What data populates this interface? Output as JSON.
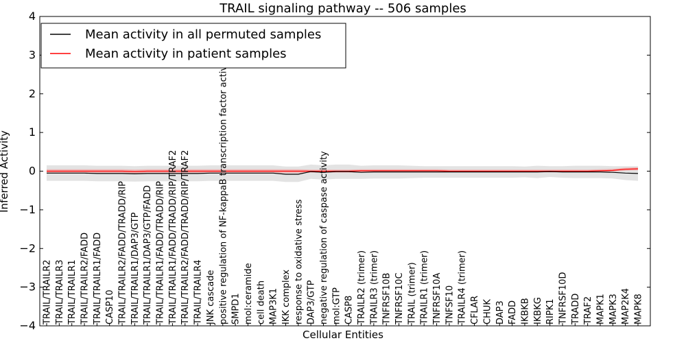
{
  "chart_data": {
    "type": "line",
    "title": "TRAIL signaling pathway -- 506 samples",
    "xlabel": "Cellular Entities",
    "ylabel": "Inferred Activity",
    "ylim": [
      -4,
      4
    ],
    "yticks": [
      -4,
      -3,
      -2,
      -1,
      0,
      1,
      2,
      3,
      4
    ],
    "ytick_labels": [
      "−4",
      "−3",
      "−2",
      "−1",
      "0",
      "1",
      "2",
      "3",
      "4"
    ],
    "legend_position": "top-left",
    "grid": false,
    "categories": [
      "TRAIL/TRAILR2",
      "TRAIL/TRAILR3",
      "TRAIL/TRAILR1",
      "TRAIL/TRAILR2/FADD",
      "TRAIL/TRAILR1/FADD",
      "CASP10",
      "TRAIL/TRAILR2/FADD/TRADD/RIP",
      "TRAIL/TRAILR1/DAP3/GTP",
      "TRAIL/TRAILR1/DAP3/GTP/FADD",
      "TRAIL/TRAILR1/FADD/TRADD/RIP",
      "TRAIL/TRAILR1/FADD/TRADD/RIP/TRAF2",
      "TRAIL/TRAILR2/FADD/TRADD/RIP/TRAF2",
      "TRAIL/TRAILR4",
      "JNK cascade",
      "positive regulation of NF-kappaB transcription factor activity",
      "SMPD1",
      "mol:ceramide",
      "cell death",
      "MAP3K1",
      "IKK complex",
      "response to oxidative stress",
      "DAP3/GTP",
      "negative regulation of caspase activity",
      "mol:GTP",
      "CASP8",
      "TRAILR2 (trimer)",
      "TRAILR3 (trimer)",
      "TNFRSF10B",
      "TNFRSF10C",
      "TRAIL (trimer)",
      "TRAILR1 (trimer)",
      "TNFRSF10A",
      "TNFSF10",
      "TRAILR4 (trimer)",
      "CFLAR",
      "CHUK",
      "DAP3",
      "FADD",
      "IKBKB",
      "IKBKG",
      "RIPK1",
      "TNFRSF10D",
      "TRADD",
      "TRAF2",
      "MAPK1",
      "MAPK3",
      "MAP2K4",
      "MAPK8"
    ],
    "series": [
      {
        "name": "Mean activity in all permuted samples",
        "color": "#000000",
        "values": [
          -0.05,
          -0.05,
          -0.05,
          -0.05,
          -0.06,
          -0.06,
          -0.06,
          -0.07,
          -0.06,
          -0.06,
          -0.06,
          -0.06,
          -0.06,
          -0.05,
          -0.05,
          -0.05,
          -0.05,
          -0.05,
          -0.05,
          -0.08,
          -0.08,
          -0.01,
          -0.03,
          -0.01,
          -0.01,
          -0.03,
          -0.02,
          -0.02,
          -0.02,
          -0.02,
          -0.02,
          -0.02,
          -0.02,
          -0.02,
          -0.02,
          -0.02,
          -0.02,
          -0.02,
          -0.02,
          -0.02,
          -0.01,
          -0.02,
          -0.02,
          -0.02,
          -0.02,
          -0.03,
          -0.05,
          -0.06
        ],
        "band_lower": [
          -0.25,
          -0.25,
          -0.25,
          -0.25,
          -0.26,
          -0.26,
          -0.26,
          -0.27,
          -0.26,
          -0.26,
          -0.26,
          -0.26,
          -0.26,
          -0.25,
          -0.25,
          -0.25,
          -0.25,
          -0.25,
          -0.25,
          -0.28,
          -0.28,
          -0.2,
          -0.22,
          -0.2,
          -0.2,
          -0.2,
          -0.19,
          -0.19,
          -0.19,
          -0.18,
          -0.17,
          -0.17,
          -0.17,
          -0.17,
          -0.17,
          -0.17,
          -0.17,
          -0.17,
          -0.16,
          -0.18,
          -0.15,
          -0.17,
          -0.18,
          -0.18,
          -0.18,
          -0.19,
          -0.23,
          -0.25
        ],
        "band_upper": [
          0.15,
          0.15,
          0.15,
          0.15,
          0.14,
          0.14,
          0.14,
          0.13,
          0.14,
          0.14,
          0.14,
          0.14,
          0.14,
          0.15,
          0.15,
          0.15,
          0.15,
          0.15,
          0.15,
          0.12,
          0.12,
          0.17,
          0.15,
          0.17,
          0.17,
          0.14,
          0.15,
          0.15,
          0.15,
          0.14,
          0.13,
          0.13,
          0.13,
          0.13,
          0.13,
          0.13,
          0.13,
          0.13,
          0.12,
          0.14,
          0.13,
          0.13,
          0.14,
          0.14,
          0.14,
          0.13,
          0.13,
          0.13
        ]
      },
      {
        "name": "Mean activity in patient samples",
        "color": "#ff0000",
        "values": [
          0.0,
          0.0,
          0.0,
          0.0,
          0.0,
          0.0,
          0.0,
          -0.01,
          0.0,
          0.0,
          0.0,
          0.0,
          0.0,
          0.0,
          0.0,
          0.0,
          0.0,
          0.0,
          0.0,
          0.0,
          0.0,
          0.0,
          0.0,
          0.0,
          0.0,
          0.01,
          0.01,
          0.01,
          0.01,
          0.01,
          0.01,
          0.01,
          0.0,
          0.0,
          0.0,
          0.0,
          0.0,
          0.0,
          0.0,
          0.0,
          0.0,
          0.0,
          0.0,
          0.0,
          0.01,
          0.02,
          0.05,
          0.06
        ],
        "band_lower": [
          -0.05,
          -0.05,
          -0.05,
          -0.05,
          -0.05,
          -0.05,
          -0.05,
          -0.06,
          -0.05,
          -0.05,
          -0.05,
          -0.05,
          -0.05,
          -0.05,
          -0.05,
          -0.05,
          -0.05,
          -0.05,
          -0.05,
          -0.05,
          -0.05,
          -0.04,
          -0.04,
          -0.04,
          -0.04,
          -0.03,
          -0.03,
          -0.03,
          -0.03,
          -0.03,
          -0.03,
          -0.03,
          -0.03,
          -0.03,
          -0.03,
          -0.03,
          -0.03,
          -0.03,
          -0.03,
          -0.03,
          -0.03,
          -0.03,
          -0.03,
          -0.03,
          -0.02,
          -0.01,
          0.01,
          0.02
        ],
        "band_upper": [
          0.05,
          0.05,
          0.05,
          0.05,
          0.05,
          0.05,
          0.05,
          0.04,
          0.05,
          0.05,
          0.05,
          0.05,
          0.05,
          0.05,
          0.05,
          0.05,
          0.05,
          0.05,
          0.05,
          0.05,
          0.05,
          0.04,
          0.04,
          0.04,
          0.04,
          0.05,
          0.05,
          0.05,
          0.05,
          0.05,
          0.05,
          0.05,
          0.04,
          0.04,
          0.04,
          0.04,
          0.04,
          0.04,
          0.04,
          0.04,
          0.04,
          0.04,
          0.04,
          0.04,
          0.05,
          0.06,
          0.09,
          0.1
        ]
      }
    ]
  }
}
